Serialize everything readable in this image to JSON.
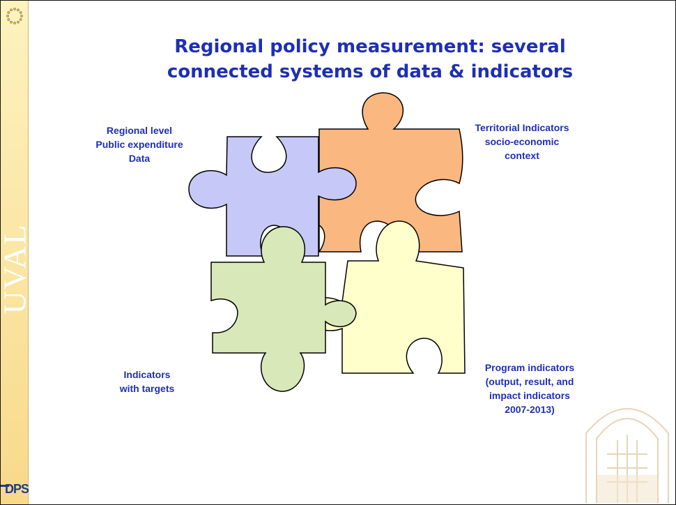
{
  "title": {
    "line1": "Regional policy measurement: several",
    "line2": "connected systems of data & indicators"
  },
  "sidebar": {
    "vertical_text": "UVAL",
    "logo_text": "DPS"
  },
  "pieces": {
    "purple": {
      "label_lines": [
        "Regional level",
        "Public expenditure",
        "Data"
      ],
      "color": "#c6c8f7"
    },
    "orange": {
      "label_lines": [
        "Territorial Indicators",
        "socio-economic",
        "context"
      ],
      "color": "#fbb780"
    },
    "green": {
      "label_lines": [
        "Indicators",
        "with targets"
      ],
      "color": "#d8e8b8"
    },
    "yellow": {
      "label_lines": [
        "Program indicators",
        "(output, result, and",
        "impact indicators",
        "2007-2013)"
      ],
      "color": "#ffffcc"
    }
  },
  "colors": {
    "title": "#1e2fb4",
    "sidebar": "#f8d98a",
    "outline": "#000000"
  }
}
